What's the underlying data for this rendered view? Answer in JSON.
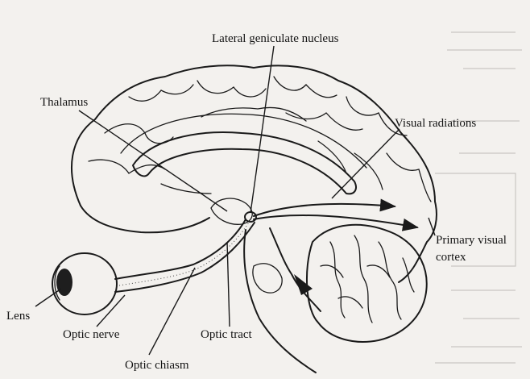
{
  "labels": {
    "lgn": "Lateral geniculate nucleus",
    "thalamus": "Thalamus",
    "visual_radiations": "Visual radiations",
    "primary_visual_1": "Primary visual",
    "primary_visual_2": "cortex",
    "lens": "Lens",
    "optic_nerve": "Optic nerve",
    "optic_tract": "Optic tract",
    "optic_chiasm": "Optic chiasm"
  }
}
